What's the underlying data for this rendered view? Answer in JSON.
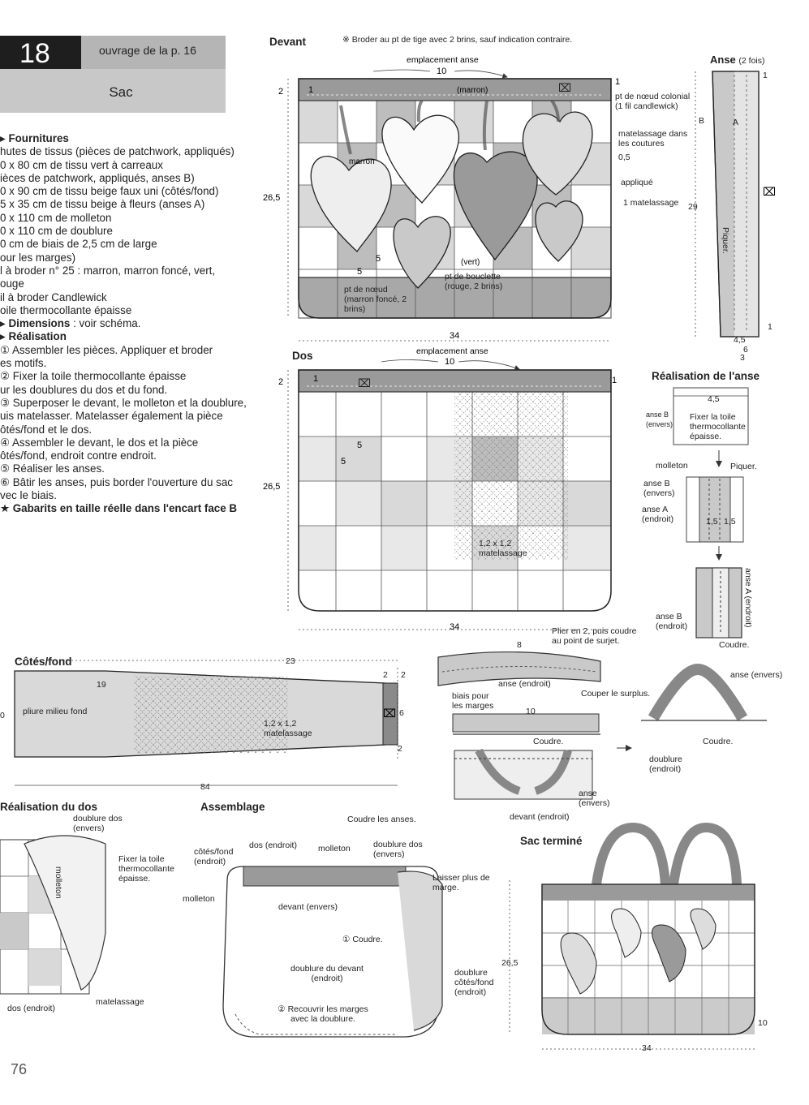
{
  "header": {
    "number": "18",
    "reference": "ouvrage de la p. 16",
    "title": "Sac"
  },
  "materials": {
    "heading": "Fournitures",
    "items": [
      "hutes de tissus (pièces de patchwork, appliqués)",
      "0 x 80 cm de tissu vert à carreaux",
      "ièces de patchwork, appliqués, anses B)",
      "0 x 90 cm de tissu beige faux uni (côtés/fond)",
      "5 x 35 cm de tissu beige à fleurs (anses A)",
      "0 x 110 cm de molleton",
      "0 x 110 cm de doublure",
      "0 cm de biais de 2,5 cm de large",
      "our les marges)",
      "l à broder n° 25 : marron, marron foncé, vert,",
      "ouge",
      "il à broder Candlewick",
      "oile thermocollante épaisse"
    ],
    "dimensions_label": "Dimensions",
    "dimensions_value": " : voir schéma.",
    "steps_heading": "Réalisation",
    "steps": [
      "Assembler les pièces. Appliquer et broder",
      "es motifs.",
      "Fixer la toile thermocollante épaisse",
      "ur les doublures du dos et du fond.",
      "Superposer le devant, le molleton et la doublure,",
      "uis matelasser. Matelasser également la pièce",
      "ôtés/fond et le dos.",
      "Assembler le devant, le dos et la pièce",
      "ôtés/fond, endroit contre endroit.",
      "Réaliser les anses.",
      "Bâtir les anses, puis border l'ouverture du sac",
      "vec le biais."
    ],
    "templates_note": "Gabarits en taille réelle dans l'encart face B"
  },
  "devant": {
    "title": "Devant",
    "note": "※ Broder au pt de tige avec 2 brins, sauf indication contraire.",
    "emplacement": "emplacement anse",
    "dim_10": "10",
    "dim_2": "2",
    "dim_1a": "1",
    "dim_1b": "1",
    "dim_265": "26,5",
    "dim_34": "34",
    "dim_5a": "5",
    "dim_5b": "5",
    "marron_top": "(marron)",
    "marron_left": "marron",
    "vert": "(vert)",
    "noeud_colonial": "pt de nœud colonial (1 fil candlewick)",
    "matelassage_coutures": "matelassage dans les coutures",
    "dim_05": "0,5",
    "applique": "appliqué",
    "matelassage_1": "1 matelassage",
    "noeud_marron": "pt de nœud (marron foncé, 2 brins)",
    "bouclette": "pt de bouclette (rouge, 2 brins)"
  },
  "dos": {
    "title": "Dos",
    "emplacement": "emplacement anse",
    "dim_10": "10",
    "dim_2": "2",
    "dim_1a": "1",
    "dim_1b": "1",
    "dim_5a": "5",
    "dim_5b": "5",
    "dim_265": "26,5",
    "dim_34": "34",
    "matelassage": "1,2 x 1,2 matelassage"
  },
  "anse": {
    "title": "Anse",
    "count": "(2 fois)",
    "label_a": "A",
    "label_b": "B",
    "dim_29": "29",
    "dim_1a": "1",
    "dim_1b": "1",
    "dim_45": "4,5",
    "dim_6": "6",
    "dim_3": "3",
    "piquer": "Piquer."
  },
  "realisation_anse": {
    "title": "Réalisation de l'anse",
    "dim_45": "4,5",
    "anse_b_envers": "anse B (envers)",
    "fixer": "Fixer la toile thermocollante épaisse.",
    "molleton": "molleton",
    "piquer": "Piquer.",
    "anse_b": "anse B (envers)",
    "anse_a": "anse A (endroit)",
    "dim_15a": "1,5",
    "dim_15b": "1,5",
    "anse_a_endroit": "anse A (endroit)",
    "anse_b_endroit": "anse B (endroit)",
    "coudre": "Coudre."
  },
  "cotes": {
    "title": "Côtés/fond",
    "dim_23": "23",
    "dim_19": "19",
    "pliure": "pliure milieu fond",
    "matelassage": "1,2 x 1,2 matelassage",
    "dim_2a": "2",
    "dim_2b": "2",
    "dim_2c": "2",
    "dim_6": "6",
    "dim_84": "84",
    "dim_10": "0"
  },
  "anse_steps": {
    "plier": "Plier en 2, puis coudre au point de surjet.",
    "dim_8": "8",
    "anse_endroit": "anse (endroit)",
    "biais": "biais pour les marges",
    "couper": "Couper le surplus.",
    "dim_10": "10",
    "coudre": "Coudre.",
    "anse_envers": "anse (envers)",
    "anse_envers2": "anse (envers)",
    "devant_endroit": "devant (endroit)",
    "coudre2": "Coudre.",
    "doublure_endroit": "doublure (endroit)",
    "coudre_anses": "Coudre les anses."
  },
  "realisation_dos": {
    "title": "Réalisation du dos",
    "doublure_dos": "doublure dos (envers)",
    "fixer": "Fixer la toile thermocollante épaisse.",
    "molleton": "molleton",
    "matelassage": "matelassage",
    "dos_endroit": "dos (endroit)"
  },
  "assemblage": {
    "title": "Assemblage",
    "cotes_fond": "côtés/fond (endroit)",
    "dos_endroit": "dos (endroit)",
    "molleton": "molleton",
    "doublure_dos": "doublure dos (envers)",
    "molleton2": "molleton",
    "devant_envers": "devant (envers)",
    "laisser": "Laisser plus de marge.",
    "coudre": "① Coudre.",
    "doublure_devant": "doublure du devant (endroit)",
    "doublure_cotes": "doublure côtés/fond (endroit)",
    "recouvrir": "② Recouvrir les marges avec la doublure."
  },
  "sac_termine": {
    "title": "Sac terminé",
    "dim_265": "26,5",
    "dim_34": "34",
    "dim_10": "10"
  },
  "page_number": "76"
}
